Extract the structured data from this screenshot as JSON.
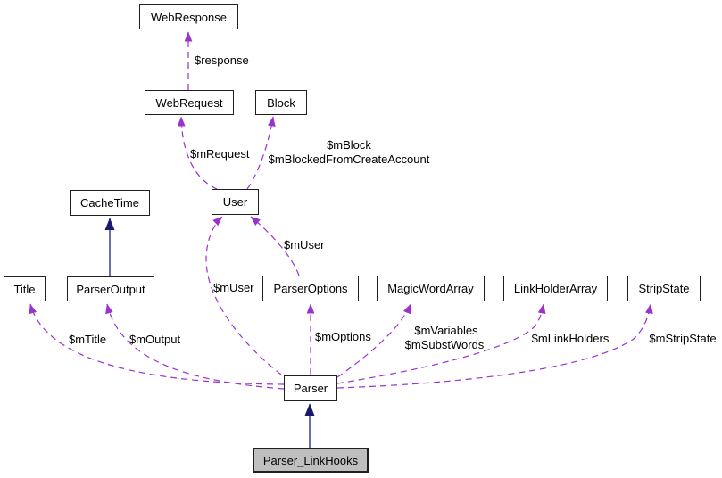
{
  "diagram": {
    "type": "collaboration-graph",
    "nodes": {
      "webresponse": {
        "label": "WebResponse"
      },
      "webrequest": {
        "label": "WebRequest"
      },
      "block": {
        "label": "Block"
      },
      "cachetime": {
        "label": "CacheTime"
      },
      "user": {
        "label": "User"
      },
      "title": {
        "label": "Title"
      },
      "parseroutput": {
        "label": "ParserOutput"
      },
      "parseroptions": {
        "label": "ParserOptions"
      },
      "magicwordarray": {
        "label": "MagicWordArray"
      },
      "linkholderarray": {
        "label": "LinkHolderArray"
      },
      "stripstate": {
        "label": "StripState"
      },
      "parser": {
        "label": "Parser"
      },
      "parser_linkhooks": {
        "label": "Parser_LinkHooks"
      }
    },
    "edge_labels": {
      "response": "$response",
      "m_request": "$mRequest",
      "m_block": "$mBlock",
      "m_blocked_from_create_account": "$mBlockedFromCreateAccount",
      "m_user_from_parseroptions": "$mUser",
      "m_user_from_parser": "$mUser",
      "m_title": "$mTitle",
      "m_output": "$mOutput",
      "m_options": "$mOptions",
      "m_variables": "$mVariables",
      "m_subst_words": "$mSubstWords",
      "m_link_holders": "$mLinkHolders",
      "m_strip_state": "$mStripState"
    },
    "colors": {
      "usage_edge": "#9a32cd",
      "inheritance_edge": "#191970",
      "node_border": "#1f1f1f",
      "node_fill": "#ffffff",
      "highlight_node_fill": "#bfbfbf",
      "background": "#ffffff",
      "text": "#000000"
    }
  }
}
